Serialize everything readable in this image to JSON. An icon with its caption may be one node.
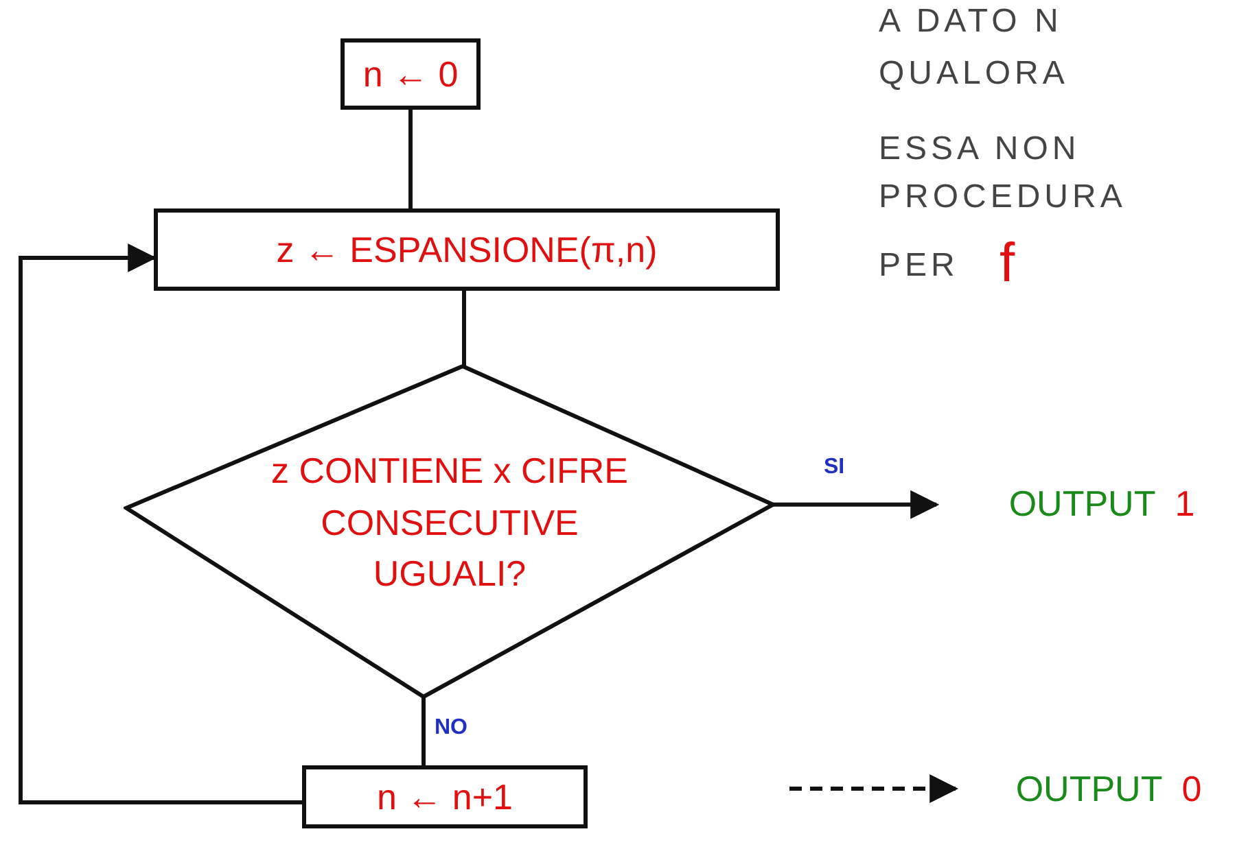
{
  "diagram": {
    "nodes": [
      {
        "text": [
          "n ← 0"
        ]
      },
      {
        "text": [
          "z ← ESPANSIONE(π,n)"
        ]
      },
      {
        "text": [
          "z CONTIENE x CIFRE CONSECUTIVE UGUALI?"
        ]
      },
      {
        "text": [
          "OUTPUT",
          "1"
        ]
      },
      {
        "text": [
          "n ← n+1"
        ]
      },
      {
        "text": [
          "OUTPUT",
          "0"
        ]
      }
    ],
    "edges": [
      {
        "from": 0,
        "to": 1,
        "arrow": "none"
      },
      {
        "from": 1,
        "to": 2,
        "arrow": "none"
      },
      {
        "from": 2,
        "to": 3,
        "arrow": "to",
        "label": "SI"
      },
      {
        "from": 2,
        "to": 4,
        "arrow": "none",
        "label": "NO"
      },
      {
        "from": 4,
        "to": 1,
        "arrow": "to"
      },
      {
        "from": null,
        "to": 5,
        "arrow": "to",
        "style": "dashed"
      }
    ],
    "labels": [
      "A DATO N",
      "QUALORA",
      "ESSA NON",
      "PROCEDURA",
      "PER",
      "f"
    ]
  }
}
